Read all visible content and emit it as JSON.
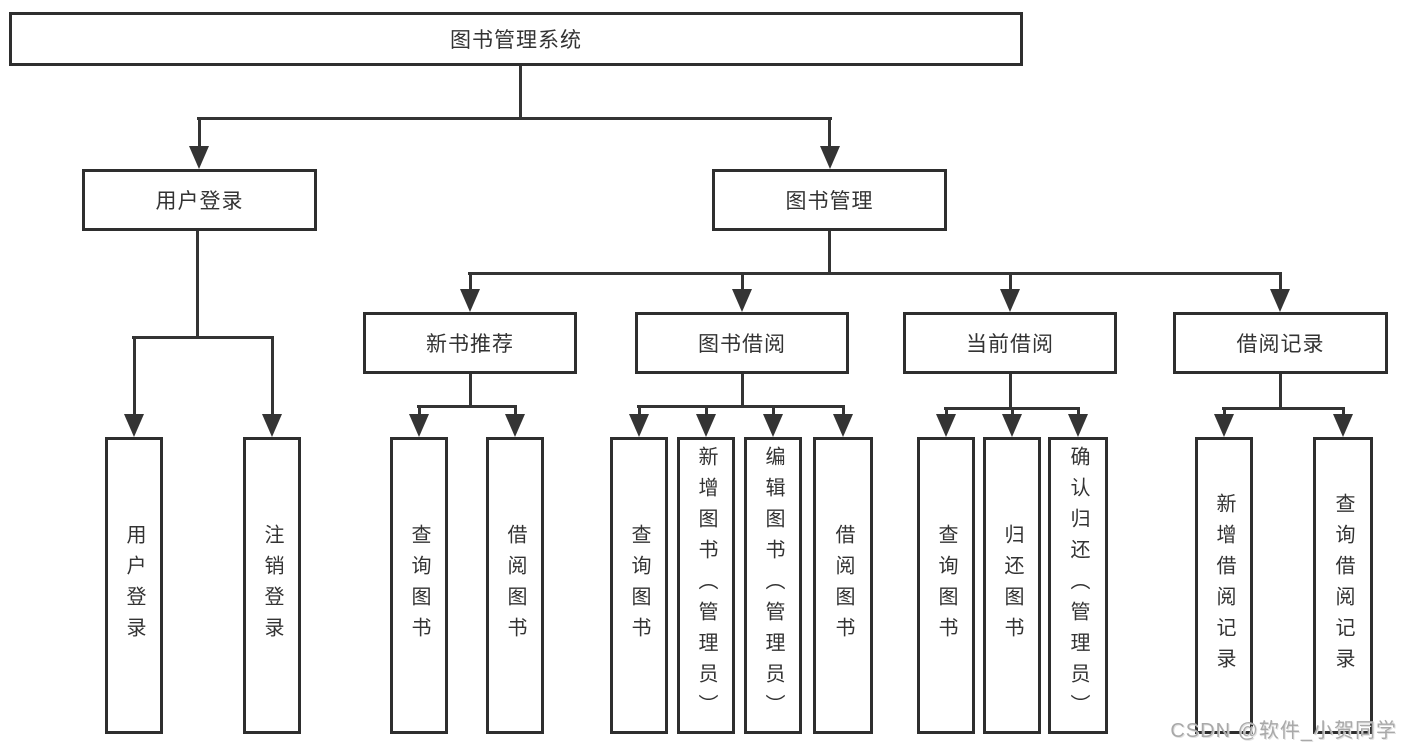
{
  "diagram": {
    "title": "图书管理系统",
    "nodes": {
      "root": "图书管理系统",
      "user_login": "用户登录",
      "book_management": "图书管理",
      "new_book_recommend": "新书推荐",
      "book_borrow": "图书借阅",
      "current_borrow": "当前借阅",
      "borrow_records": "借阅记录",
      "leaf_user_login": "用户登录",
      "leaf_logout": "注销登录",
      "leaf_query_books_a": "查询图书",
      "leaf_borrow_books_a": "借阅图书",
      "leaf_query_books_b": "查询图书",
      "leaf_add_book_admin": "新增图书（管理员）",
      "leaf_edit_book_admin": "编辑图书（管理员）",
      "leaf_borrow_books_b": "借阅图书",
      "leaf_query_books_c": "查询图书",
      "leaf_return_books": "归还图书",
      "leaf_confirm_return_admin": "确认归还（管理员）",
      "leaf_add_borrow_record": "新增借阅记录",
      "leaf_query_borrow_record": "查询借阅记录"
    },
    "hierarchy": {
      "图书管理系统": {
        "用户登录": [
          "用户登录",
          "注销登录"
        ],
        "图书管理": {
          "新书推荐": [
            "查询图书",
            "借阅图书"
          ],
          "图书借阅": [
            "查询图书",
            "新增图书（管理员）",
            "编辑图书（管理员）",
            "借阅图书"
          ],
          "当前借阅": [
            "查询图书",
            "归还图书",
            "确认归还（管理员）"
          ],
          "借阅记录": [
            "新增借阅记录",
            "查询借阅记录"
          ]
        }
      }
    },
    "watermark": "CSDN @软件_小贺同学",
    "colors": {
      "background": "#ffffff",
      "box_border": "#2e2e2e",
      "connector_line": "#343434",
      "text": "#333333",
      "watermark": "#a9a9a9"
    }
  }
}
